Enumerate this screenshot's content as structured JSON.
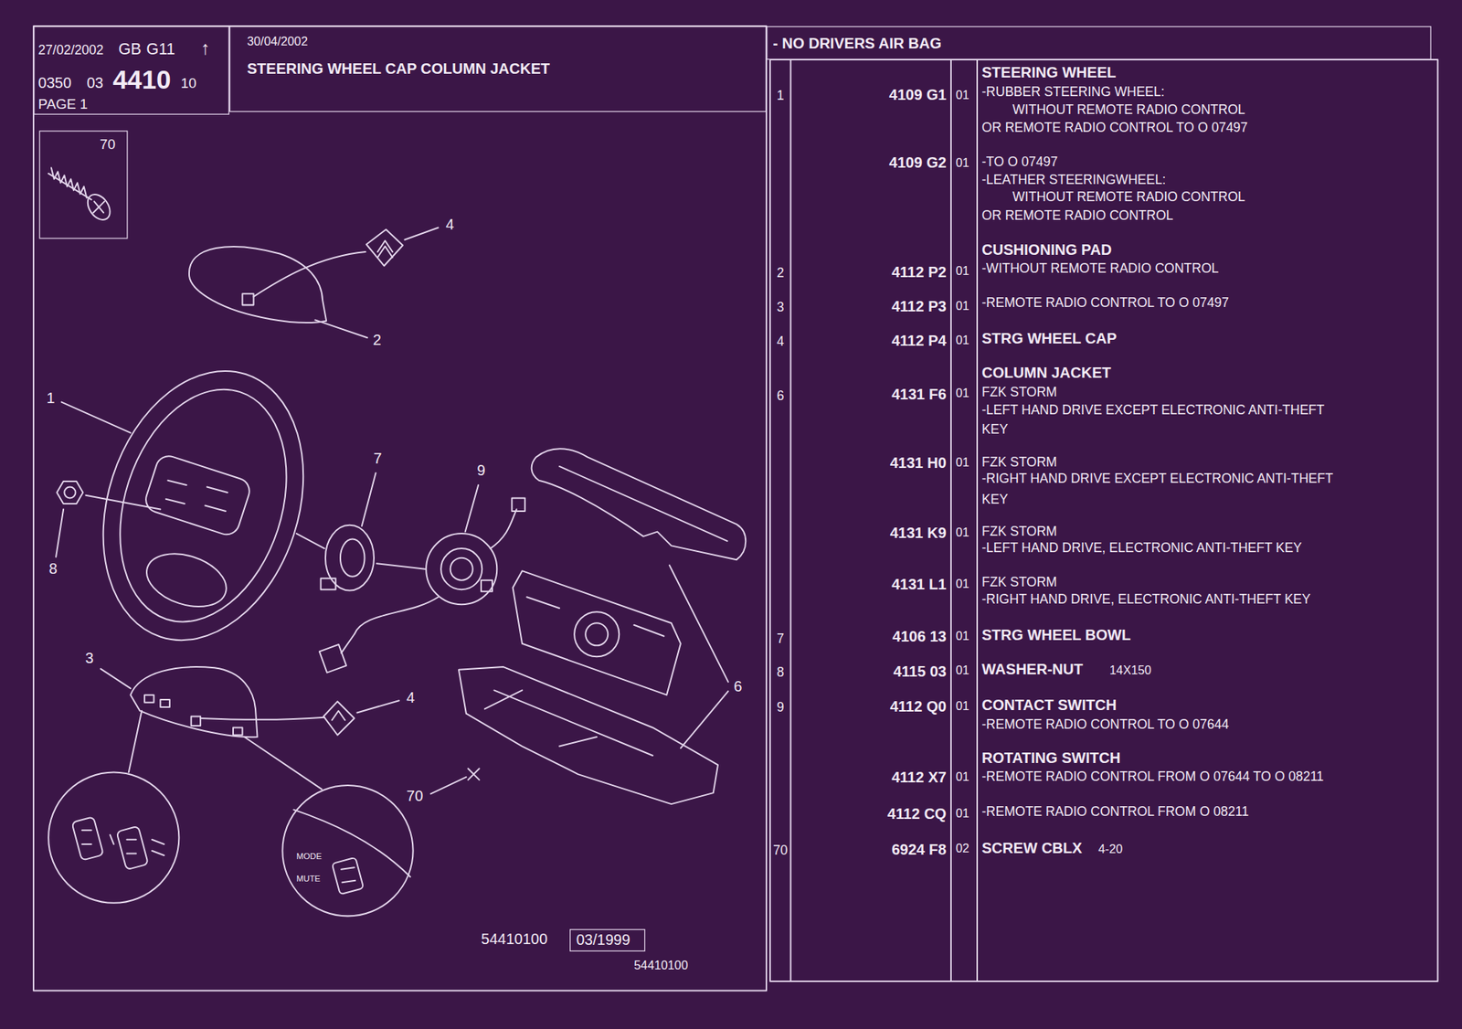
{
  "diagram": {
    "nodes": [
      {
        "text": [
          "27/02/2002",
          "GB",
          "G11",
          "↑",
          "0350",
          "03",
          "4410",
          "10",
          "PAGE 1"
        ]
      },
      {
        "text": [
          "30/04/2002",
          "STEERING WHEEL CAP COLUMN JACKET"
        ]
      },
      {
        "text": [
          "- NO DRIVERS AIR BAG"
        ]
      },
      {
        "text": [
          "70"
        ]
      },
      {
        "text": [
          "03/1999"
        ]
      }
    ],
    "labels": [
      "4",
      "2",
      "1",
      "7",
      "9",
      "8",
      "3",
      "6",
      "4",
      "70",
      "MODE",
      "MUTE",
      "54410100",
      "54410100",
      "STEERING WHEEL",
      "1",
      "4109 G1",
      "01",
      "-RUBBER STEERING WHEEL:",
      "WITHOUT REMOTE RADIO CONTROL",
      "OR REMOTE RADIO CONTROL TO O 07497",
      "4109 G2",
      "01",
      "-TO O 07497",
      "-LEATHER STEERINGWHEEL:",
      "WITHOUT REMOTE RADIO CONTROL",
      "OR REMOTE RADIO CONTROL",
      "CUSHIONING PAD",
      "2",
      "4112 P2",
      "01",
      "-WITHOUT REMOTE RADIO CONTROL",
      "3",
      "4112 P3",
      "01",
      "-REMOTE RADIO CONTROL TO O 07497",
      "4",
      "4112 P4",
      "01",
      "STRG WHEEL CAP",
      "COLUMN JACKET",
      "6",
      "4131 F6",
      "01",
      "FZK STORM",
      "-LEFT HAND DRIVE EXCEPT ELECTRONIC ANTI-THEFT",
      "KEY",
      "4131 H0",
      "01",
      "FZK STORM",
      "-RIGHT HAND DRIVE EXCEPT ELECTRONIC ANTI-THEFT",
      "KEY",
      "4131 K9",
      "01",
      "FZK STORM",
      "-LEFT HAND DRIVE, ELECTRONIC ANTI-THEFT KEY",
      "4131 L1",
      "01",
      "FZK STORM",
      "-RIGHT HAND DRIVE, ELECTRONIC ANTI-THEFT KEY",
      "7",
      "4106 13",
      "01",
      "STRG WHEEL BOWL",
      "8",
      "4115 03",
      "01",
      "WASHER-NUT",
      "14X150",
      "9",
      "4112 Q0",
      "01",
      "CONTACT SWITCH",
      "-REMOTE RADIO CONTROL TO O 07644",
      "ROTATING SWITCH",
      "4112 X7",
      "01",
      "-REMOTE RADIO CONTROL FROM O 07644 TO O 08211",
      "4112 CQ",
      "01",
      "-REMOTE RADIO CONTROL FROM O 08211",
      "70",
      "6924 F8",
      "02",
      "SCREW CBLX",
      "4-20"
    ]
  }
}
